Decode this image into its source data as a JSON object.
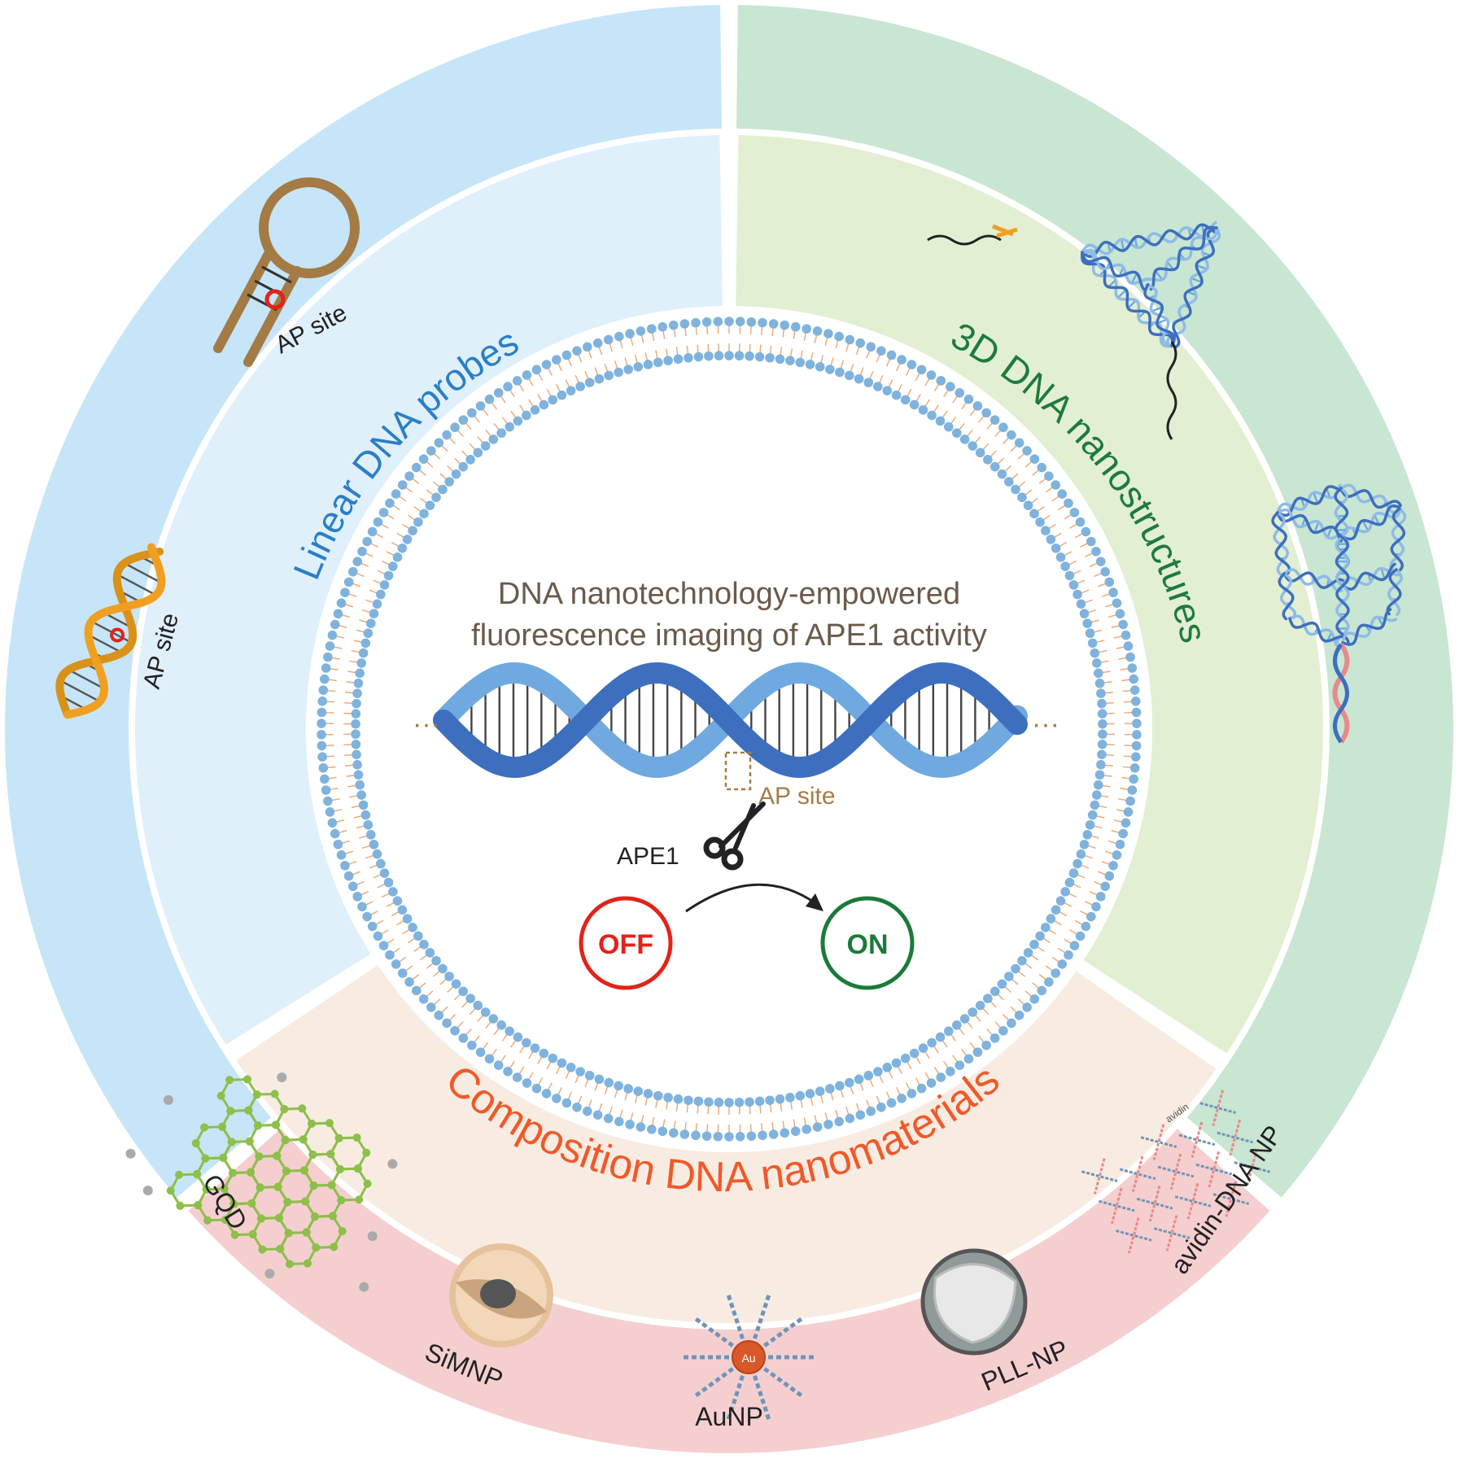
{
  "center": {
    "title_line1": "DNA nanotechnology-empowered",
    "title_line2": "fluorescence imaging of APE1 activity",
    "ap_site_label": "AP site",
    "enzyme_label": "APE1",
    "off_label": "OFF",
    "on_label": "ON"
  },
  "sections": {
    "linear": {
      "title": "Linear DNA probes",
      "hairpin_label": "AP site",
      "duplex_label": "AP site"
    },
    "three_d": {
      "title": "3D DNA nanostructures"
    },
    "composition": {
      "title": "Composition DNA nanomaterials",
      "items": [
        "GQD",
        "SiMNP",
        "AuNP",
        "PLL-NP",
        "avidin-DNA NP"
      ],
      "au_label": "Au",
      "avidin_label": "avidin"
    }
  },
  "colors": {
    "linear_outer": "#c6e5f8",
    "linear_inner": "#dff0fb",
    "threed_outer": "#c8e6d1",
    "threed_inner": "#e2efd2",
    "comp_outer": "#f5cfcf",
    "comp_inner": "#f8ece2",
    "linear_text": "#2a7fc6",
    "threed_text": "#1e7a3c",
    "comp_text": "#ef5a2a",
    "title_text": "#6b5a4a",
    "off": "#e2231a",
    "on": "#1b7a3a",
    "dna_dark": "#3d6fbe",
    "dna_light": "#6fa9df",
    "membrane": "#7fb3de",
    "ap_site": "#a67c45"
  },
  "icons": [
    "hairpin-icon",
    "dna-duplex-icon",
    "tetrahedron-icon",
    "prism-icon",
    "graphene-icon",
    "scissors-icon",
    "arrow-icon",
    "sphere-icon",
    "gold-nanoparticle-icon",
    "nanoparticle-icon",
    "avidin-dna-icon"
  ]
}
